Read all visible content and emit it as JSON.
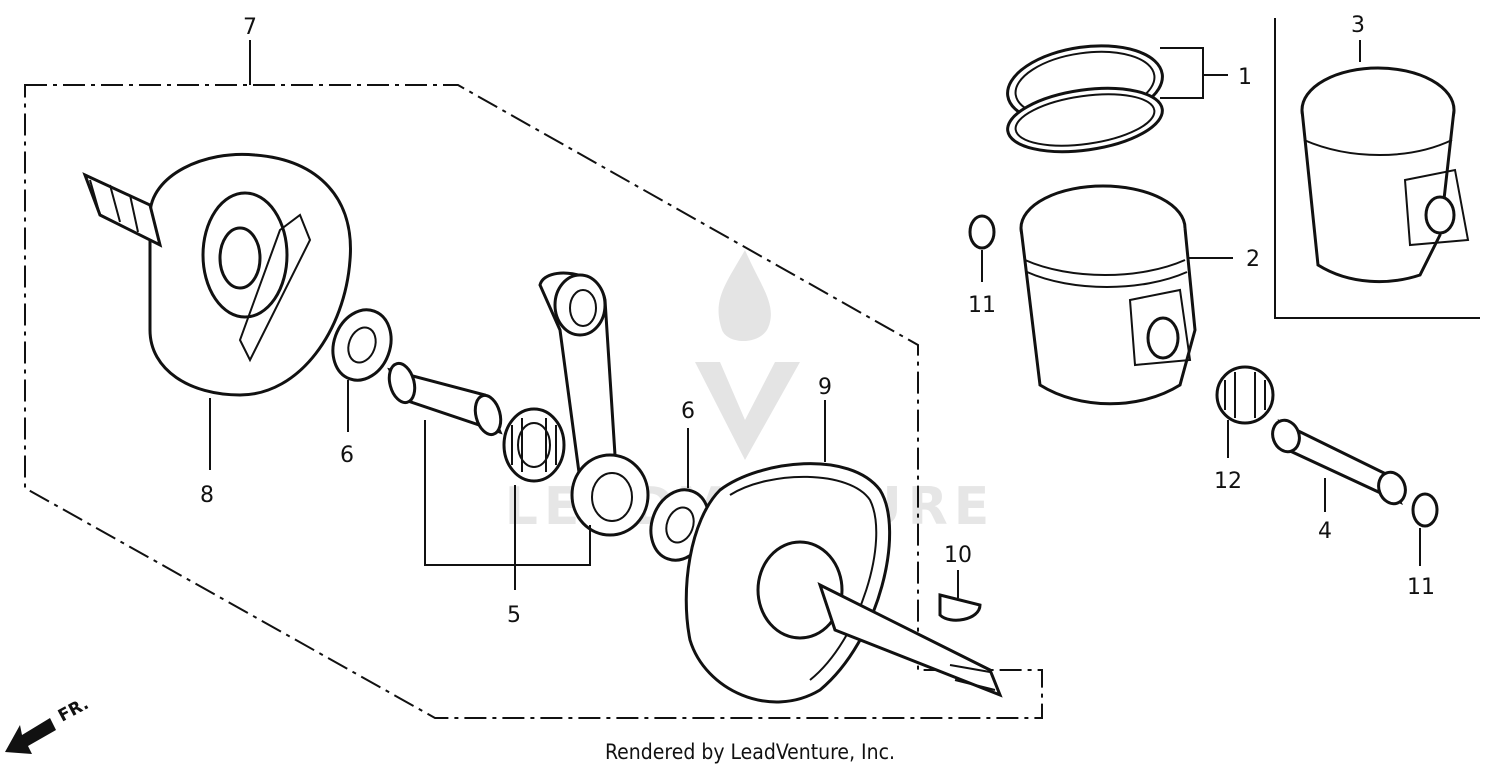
{
  "callouts": {
    "c1": "1",
    "c2": "2",
    "c3": "3",
    "c4": "4",
    "c5": "5",
    "c6a": "6",
    "c6b": "6",
    "c7": "7",
    "c8": "8",
    "c9": "9",
    "c10": "10",
    "c11a": "11",
    "c11b": "11",
    "c12": "12"
  },
  "direction_label": "FR.",
  "footer_text": "Rendered by LeadVenture, Inc.",
  "watermark_text": "LEADVENTURE"
}
